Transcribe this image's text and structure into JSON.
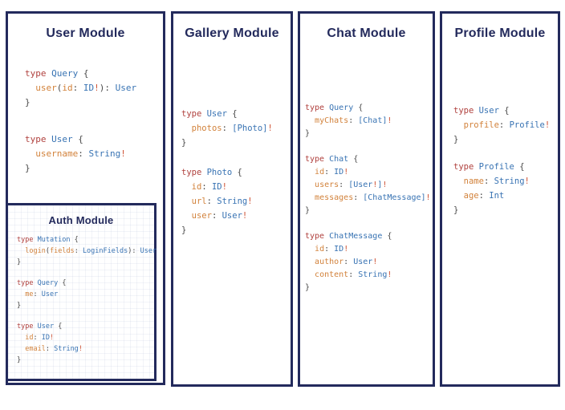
{
  "colors": {
    "border": "#232a5c",
    "title": "#232a5c",
    "keyword": "#b0413e",
    "type": "#3873b3",
    "field": "#d2823b",
    "bang": "#cf5436",
    "punct": "#4a4a4a",
    "background": "#ffffff"
  },
  "modules": {
    "user": {
      "title": "User Module",
      "blocks": [
        [
          [
            [
              "k",
              "type "
            ],
            [
              "t",
              "Query "
            ],
            [
              "p",
              "{"
            ]
          ],
          [
            [
              "p",
              "  "
            ],
            [
              "f",
              "user"
            ],
            [
              "p",
              "("
            ],
            [
              "f",
              "id"
            ],
            [
              "p",
              ": "
            ],
            [
              "t",
              "ID"
            ],
            [
              "b",
              "!"
            ],
            [
              "p",
              "): "
            ],
            [
              "t",
              "User"
            ]
          ],
          [
            [
              "p",
              "}"
            ]
          ]
        ],
        [
          [
            [
              "k",
              "type "
            ],
            [
              "t",
              "User "
            ],
            [
              "p",
              "{"
            ]
          ],
          [
            [
              "p",
              "  "
            ],
            [
              "f",
              "username"
            ],
            [
              "p",
              ": "
            ],
            [
              "t",
              "String"
            ],
            [
              "b",
              "!"
            ]
          ],
          [
            [
              "p",
              "}"
            ]
          ]
        ]
      ]
    },
    "auth": {
      "title": "Auth Module",
      "blocks": [
        [
          [
            [
              "k",
              "type "
            ],
            [
              "t",
              "Mutation "
            ],
            [
              "p",
              "{"
            ]
          ],
          [
            [
              "p",
              "  "
            ],
            [
              "f",
              "login"
            ],
            [
              "p",
              "("
            ],
            [
              "f",
              "fields"
            ],
            [
              "p",
              ": "
            ],
            [
              "t",
              "LoginFields"
            ],
            [
              "p",
              "): "
            ],
            [
              "t",
              "User"
            ]
          ],
          [
            [
              "p",
              "}"
            ]
          ]
        ],
        [
          [
            [
              "k",
              "type "
            ],
            [
              "t",
              "Query "
            ],
            [
              "p",
              "{"
            ]
          ],
          [
            [
              "p",
              "  "
            ],
            [
              "f",
              "me"
            ],
            [
              "p",
              ": "
            ],
            [
              "t",
              "User"
            ]
          ],
          [
            [
              "p",
              "}"
            ]
          ]
        ],
        [
          [
            [
              "k",
              "type "
            ],
            [
              "t",
              "User "
            ],
            [
              "p",
              "{"
            ]
          ],
          [
            [
              "p",
              "  "
            ],
            [
              "f",
              "id"
            ],
            [
              "p",
              ": "
            ],
            [
              "t",
              "ID"
            ],
            [
              "b",
              "!"
            ]
          ],
          [
            [
              "p",
              "  "
            ],
            [
              "f",
              "email"
            ],
            [
              "p",
              ": "
            ],
            [
              "t",
              "String"
            ],
            [
              "b",
              "!"
            ]
          ],
          [
            [
              "p",
              "}"
            ]
          ]
        ]
      ]
    },
    "gallery": {
      "title": "Gallery Module",
      "blocks": [
        [
          [
            [
              "k",
              "type "
            ],
            [
              "t",
              "User "
            ],
            [
              "p",
              "{"
            ]
          ],
          [
            [
              "p",
              "  "
            ],
            [
              "f",
              "photos"
            ],
            [
              "p",
              ": "
            ],
            [
              "t",
              "[Photo]"
            ],
            [
              "b",
              "!"
            ]
          ],
          [
            [
              "p",
              "}"
            ]
          ]
        ],
        [
          [
            [
              "k",
              "type "
            ],
            [
              "t",
              "Photo "
            ],
            [
              "p",
              "{"
            ]
          ],
          [
            [
              "p",
              "  "
            ],
            [
              "f",
              "id"
            ],
            [
              "p",
              ": "
            ],
            [
              "t",
              "ID"
            ],
            [
              "b",
              "!"
            ]
          ],
          [
            [
              "p",
              "  "
            ],
            [
              "f",
              "url"
            ],
            [
              "p",
              ": "
            ],
            [
              "t",
              "String"
            ],
            [
              "b",
              "!"
            ]
          ],
          [
            [
              "p",
              "  "
            ],
            [
              "f",
              "user"
            ],
            [
              "p",
              ": "
            ],
            [
              "t",
              "User"
            ],
            [
              "b",
              "!"
            ]
          ],
          [
            [
              "p",
              "}"
            ]
          ]
        ]
      ]
    },
    "chat": {
      "title": "Chat Module",
      "blocks": [
        [
          [
            [
              "k",
              "type "
            ],
            [
              "t",
              "Query "
            ],
            [
              "p",
              "{"
            ]
          ],
          [
            [
              "p",
              "  "
            ],
            [
              "f",
              "myChats"
            ],
            [
              "p",
              ": "
            ],
            [
              "t",
              "[Chat]"
            ],
            [
              "b",
              "!"
            ]
          ],
          [
            [
              "p",
              "}"
            ]
          ]
        ],
        [
          [
            [
              "k",
              "type "
            ],
            [
              "t",
              "Chat "
            ],
            [
              "p",
              "{"
            ]
          ],
          [
            [
              "p",
              "  "
            ],
            [
              "f",
              "id"
            ],
            [
              "p",
              ": "
            ],
            [
              "t",
              "ID"
            ],
            [
              "b",
              "!"
            ]
          ],
          [
            [
              "p",
              "  "
            ],
            [
              "f",
              "users"
            ],
            [
              "p",
              ": "
            ],
            [
              "t",
              "[User"
            ],
            [
              "b",
              "!"
            ],
            [
              "t",
              "]"
            ],
            [
              "b",
              "!"
            ]
          ],
          [
            [
              "p",
              "  "
            ],
            [
              "f",
              "messages"
            ],
            [
              "p",
              ": "
            ],
            [
              "t",
              "[ChatMessage]"
            ],
            [
              "b",
              "!"
            ]
          ],
          [
            [
              "p",
              "}"
            ]
          ]
        ],
        [
          [
            [
              "k",
              "type "
            ],
            [
              "t",
              "ChatMessage "
            ],
            [
              "p",
              "{"
            ]
          ],
          [
            [
              "p",
              "  "
            ],
            [
              "f",
              "id"
            ],
            [
              "p",
              ": "
            ],
            [
              "t",
              "ID"
            ],
            [
              "b",
              "!"
            ]
          ],
          [
            [
              "p",
              "  "
            ],
            [
              "f",
              "author"
            ],
            [
              "p",
              ": "
            ],
            [
              "t",
              "User"
            ],
            [
              "b",
              "!"
            ]
          ],
          [
            [
              "p",
              "  "
            ],
            [
              "f",
              "content"
            ],
            [
              "p",
              ": "
            ],
            [
              "t",
              "String"
            ],
            [
              "b",
              "!"
            ]
          ],
          [
            [
              "p",
              "}"
            ]
          ]
        ]
      ]
    },
    "profile": {
      "title": "Profile Module",
      "blocks": [
        [
          [
            [
              "k",
              "type "
            ],
            [
              "t",
              "User "
            ],
            [
              "p",
              "{"
            ]
          ],
          [
            [
              "p",
              "  "
            ],
            [
              "f",
              "profile"
            ],
            [
              "p",
              ": "
            ],
            [
              "t",
              "Profile"
            ],
            [
              "b",
              "!"
            ]
          ],
          [
            [
              "p",
              "}"
            ]
          ]
        ],
        [
          [
            [
              "k",
              "type "
            ],
            [
              "t",
              "Profile "
            ],
            [
              "p",
              "{"
            ]
          ],
          [
            [
              "p",
              "  "
            ],
            [
              "f",
              "name"
            ],
            [
              "p",
              ": "
            ],
            [
              "t",
              "String"
            ],
            [
              "b",
              "!"
            ]
          ],
          [
            [
              "p",
              "  "
            ],
            [
              "f",
              "age"
            ],
            [
              "p",
              ": "
            ],
            [
              "t",
              "Int"
            ]
          ],
          [
            [
              "p",
              "}"
            ]
          ]
        ]
      ]
    }
  }
}
